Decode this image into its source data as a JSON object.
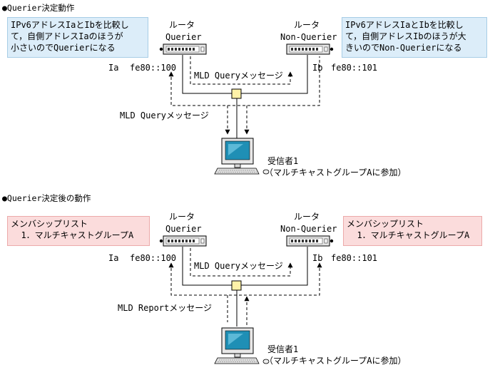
{
  "section1": {
    "title": "●Querier決定動作",
    "left_router_label": "ルータ",
    "left_router_role": "Querier",
    "right_router_label": "ルータ",
    "right_router_role": "Non-Querier",
    "left_note": [
      "IPv6アドレスIaとIbを比較し",
      "て，自側アドレスIaのほうが",
      "小さいのでQuerierになる"
    ],
    "right_note": [
      "IPv6アドレスIaとIbを比較し",
      "て，自側アドレスIbのほうが大",
      "きいのでNon-Querierになる"
    ],
    "left_addr_if": "Ia",
    "left_addr": "fe80::100",
    "right_addr_if": "Ib",
    "right_addr": "fe80::101",
    "upper_message": "MLD Queryメッセージ",
    "lower_message": "MLD Queryメッセージ",
    "receiver_name": "受信者1",
    "receiver_group": "（マルチキャストグループAに参加）"
  },
  "section2": {
    "title": "●Querier決定後の動作",
    "left_router_label": "ルータ",
    "left_router_role": "Querier",
    "right_router_label": "ルータ",
    "right_router_role": "Non-Querier",
    "left_note": [
      "メンバシップリスト",
      "  1．マルチキャストグループA"
    ],
    "right_note": [
      "メンバシップリスト",
      "  1．マルチキャストグループA"
    ],
    "left_addr_if": "Ia",
    "left_addr": "fe80::100",
    "right_addr_if": "Ib",
    "right_addr": "fe80::101",
    "upper_message": "MLD Queryメッセージ",
    "lower_message": "MLD Reportメッセージ",
    "receiver_name": "受信者1",
    "receiver_group": "（マルチキャストグループAに参加）"
  },
  "colors": {
    "note_blue": "#dcedf9",
    "note_pink": "#fbdcdc",
    "hub": "#fff2a8",
    "screen": "#1f8fb5"
  }
}
